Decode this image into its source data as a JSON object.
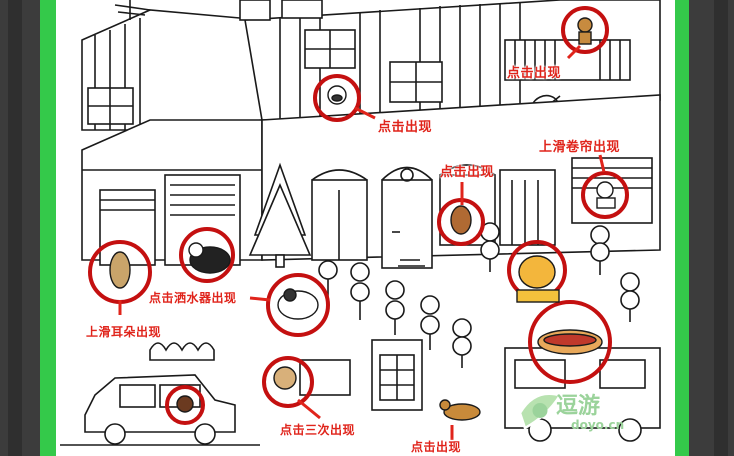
{
  "game": {
    "hint_labels": {
      "roof_dog": "点击出现",
      "window_dog_top": "点击出现",
      "blind_dog": "上滑卷帘出现",
      "door_dog": "点击出现",
      "sprinkler_dog": "点击洒水器出现",
      "ear_dog": "上滑耳朵出现",
      "three_tap_dog": "点击三次出现",
      "bottom_dog": "点击出现"
    }
  },
  "watermark": {
    "brand": "逗游",
    "domain": "doyo.cn"
  },
  "colors": {
    "frame": "#34c94a",
    "hint": "#e0241b",
    "circle": "#c41010",
    "ink": "#1a1a1a"
  }
}
